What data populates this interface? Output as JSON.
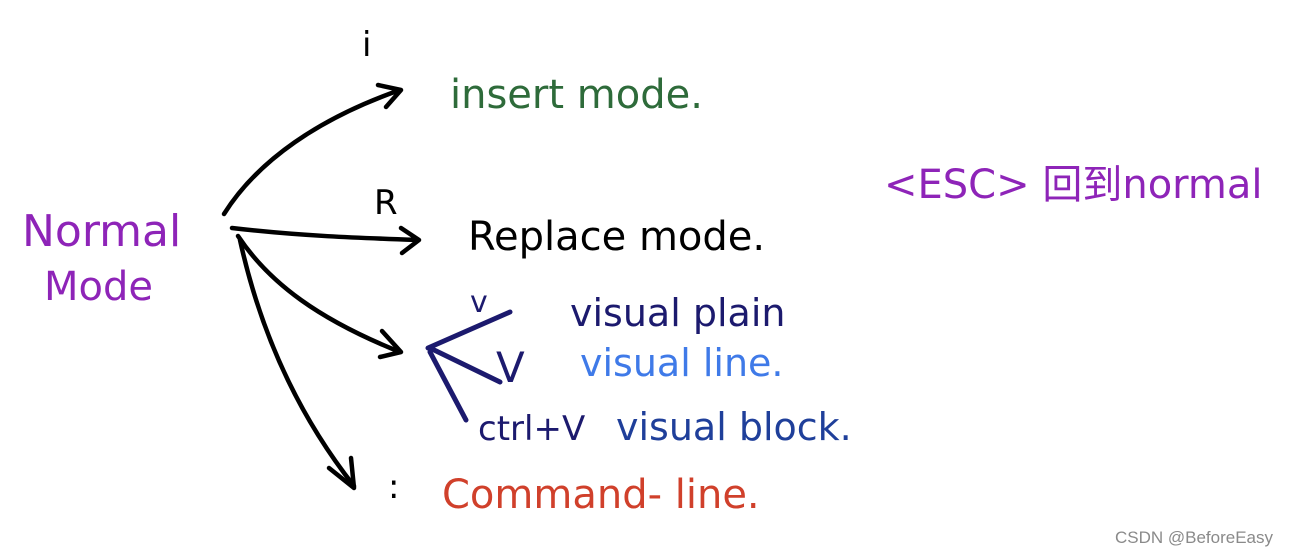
{
  "source": {
    "line1": "Normal",
    "line2": "Mode"
  },
  "modes": [
    {
      "key": "i",
      "label": "insert mode.",
      "color": "#2e6b3a"
    },
    {
      "key": "R",
      "label": "Replace mode.",
      "color": "#000000"
    },
    {
      "key": ":",
      "label": "Command- line.",
      "color": "#d0402b"
    }
  ],
  "visual": {
    "branches": [
      {
        "key": "v",
        "label": "visual plain",
        "color": "#1c1a6e"
      },
      {
        "key": "V",
        "label": "visual line.",
        "color": "#3f7ae8"
      },
      {
        "key": "ctrl+V",
        "label": "visual block.",
        "color": "#1f3f9a"
      }
    ]
  },
  "note": {
    "text": "<ESC> 回到normal",
    "color": "#8e24b8"
  },
  "colors": {
    "source": "#8e24b8",
    "arrows": "#000000"
  },
  "watermark": "CSDN @BeforeEasy"
}
